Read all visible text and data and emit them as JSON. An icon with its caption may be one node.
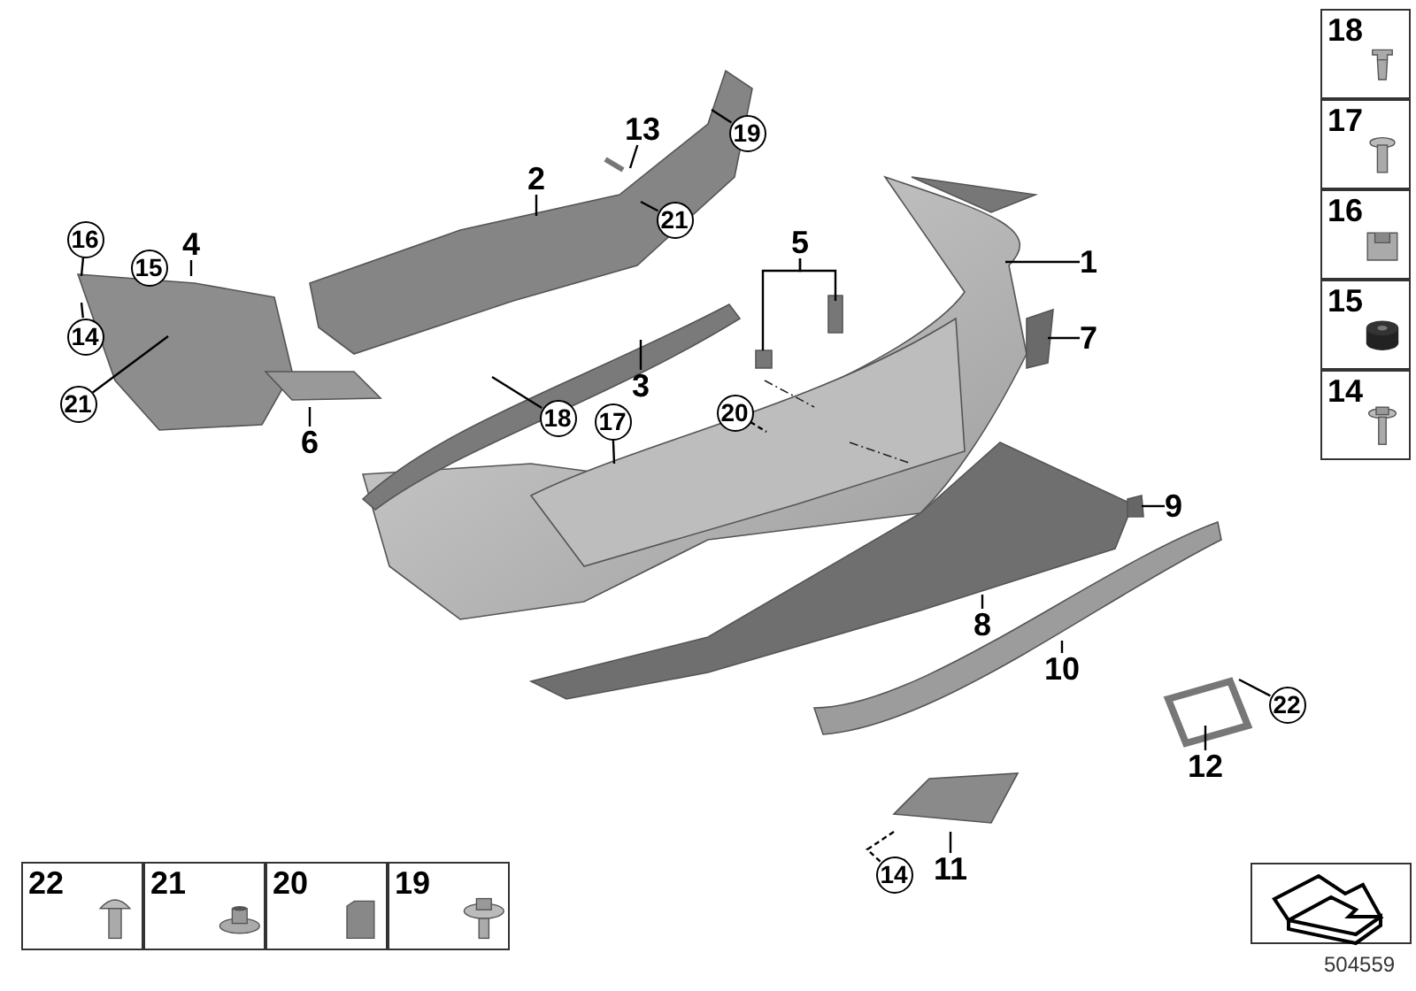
{
  "diagram": {
    "nodes": [
      {
        "text": [
          "13"
        ]
      },
      {
        "text": [
          "19"
        ]
      },
      {
        "text": [
          "2"
        ]
      },
      {
        "text": [
          "21"
        ]
      },
      {
        "text": [
          "16"
        ]
      },
      {
        "text": [
          "4"
        ]
      },
      {
        "text": [
          "5"
        ]
      },
      {
        "text": [
          "1"
        ]
      },
      {
        "text": [
          "14"
        ]
      },
      {
        "text": [
          "7"
        ]
      },
      {
        "text": [
          "21"
        ]
      },
      {
        "text": [
          "3"
        ]
      },
      {
        "text": [
          "6"
        ]
      },
      {
        "text": [
          "18"
        ]
      },
      {
        "text": [
          "20"
        ]
      },
      {
        "text": [
          "17"
        ]
      },
      {
        "text": [
          "9"
        ]
      },
      {
        "text": [
          "8"
        ]
      },
      {
        "text": [
          "10"
        ]
      },
      {
        "text": [
          "22"
        ]
      },
      {
        "text": [
          "12"
        ]
      },
      {
        "text": [
          "14"
        ]
      },
      {
        "text": [
          "11"
        ]
      },
      {
        "text": [
          "15"
        ]
      }
    ],
    "edges": [
      {
        "from": 0,
        "to": null,
        "arrow": "none"
      },
      {
        "from": 1,
        "to": null,
        "arrow": "none"
      },
      {
        "from": 2,
        "to": null,
        "arrow": "none"
      },
      {
        "from": 3,
        "to": null,
        "arrow": "none"
      },
      {
        "from": 4,
        "to": null,
        "arrow": "none"
      },
      {
        "from": 5,
        "to": null,
        "arrow": "none"
      },
      {
        "from": 6,
        "to": null,
        "arrow": "none"
      },
      {
        "from": 6,
        "to": null,
        "arrow": "none"
      },
      {
        "from": 7,
        "to": null,
        "arrow": "none"
      },
      {
        "from": 8,
        "to": null,
        "arrow": "none"
      },
      {
        "from": 9,
        "to": null,
        "arrow": "none"
      },
      {
        "from": 10,
        "to": null,
        "arrow": "none"
      },
      {
        "from": 11,
        "to": null,
        "arrow": "none"
      },
      {
        "from": 12,
        "to": null,
        "arrow": "none"
      },
      {
        "from": 13,
        "to": null,
        "arrow": "none"
      },
      {
        "from": 14,
        "to": null,
        "arrow": "none",
        "style": "dashed"
      },
      {
        "from": 15,
        "to": null,
        "arrow": "none"
      },
      {
        "from": 16,
        "to": null,
        "arrow": "none"
      },
      {
        "from": 17,
        "to": null,
        "arrow": "none"
      },
      {
        "from": 18,
        "to": null,
        "arrow": "none"
      },
      {
        "from": 19,
        "to": null,
        "arrow": "none"
      },
      {
        "from": 20,
        "to": null,
        "arrow": "none"
      },
      {
        "from": 21,
        "to": null,
        "arrow": "none",
        "style": "dashed"
      },
      {
        "from": 22,
        "to": null,
        "arrow": "none"
      }
    ],
    "labels": [
      "18",
      "17",
      "16",
      "15",
      "14",
      "22",
      "21",
      "20",
      "19",
      "504559"
    ]
  }
}
